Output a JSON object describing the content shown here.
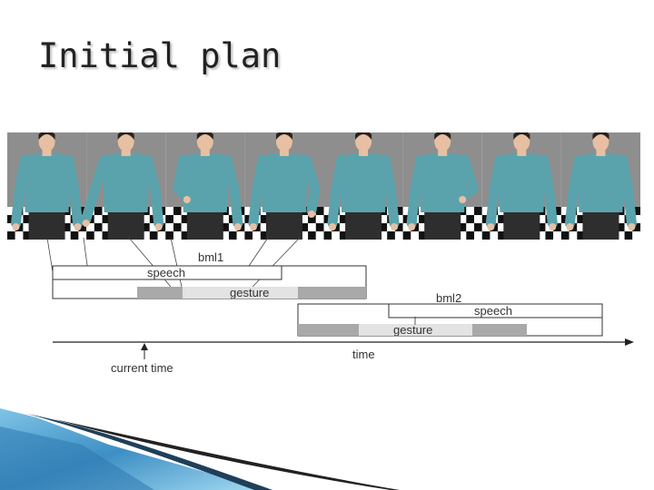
{
  "slide": {
    "title": "Initial plan"
  },
  "figure": {
    "frames": 8,
    "colors": {
      "sky": "#8e8e8e",
      "shirt": "#5aa3ad",
      "pants": "#2e2e2e",
      "skin": "#e7bfa2"
    }
  },
  "diagram": {
    "bml1": {
      "label": "bml1",
      "speech": "speech",
      "gesture": "gesture"
    },
    "bml2": {
      "label": "bml2",
      "speech": "speech",
      "gesture": "gesture"
    },
    "axis": {
      "label": "time",
      "marker": "current time"
    }
  },
  "decoration": {
    "corner_colors": [
      "#1f4f7a",
      "#3d8fc4",
      "#7fc4e6"
    ]
  }
}
